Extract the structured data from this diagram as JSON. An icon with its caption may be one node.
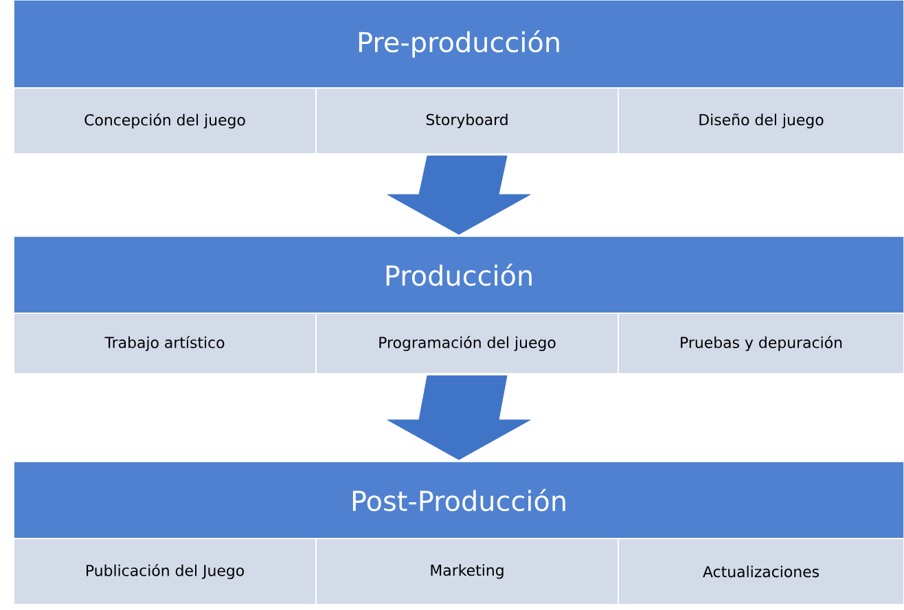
{
  "diagram": {
    "nodes": [
      {
        "text": [
          "Pre-producción"
        ]
      },
      {
        "text": [
          "Concepción del juego"
        ]
      },
      {
        "text": [
          "Storyboard"
        ]
      },
      {
        "text": [
          "Diseño del juego"
        ]
      },
      {
        "text": [
          "Producción"
        ]
      },
      {
        "text": [
          "Trabajo artístico"
        ]
      },
      {
        "text": [
          "Programación del juego"
        ]
      },
      {
        "text": [
          "Pruebas y depuración"
        ]
      },
      {
        "text": [
          "Post-Producción"
        ]
      },
      {
        "text": [
          "Publicación del Juego"
        ]
      },
      {
        "text": [
          "Marketing"
        ]
      },
      {
        "text": [
          "Actualizaciones"
        ]
      }
    ],
    "edges": [
      {
        "from": 2,
        "to": 4,
        "arrow": "to"
      },
      {
        "from": 6,
        "to": 8,
        "arrow": "to"
      }
    ]
  }
}
